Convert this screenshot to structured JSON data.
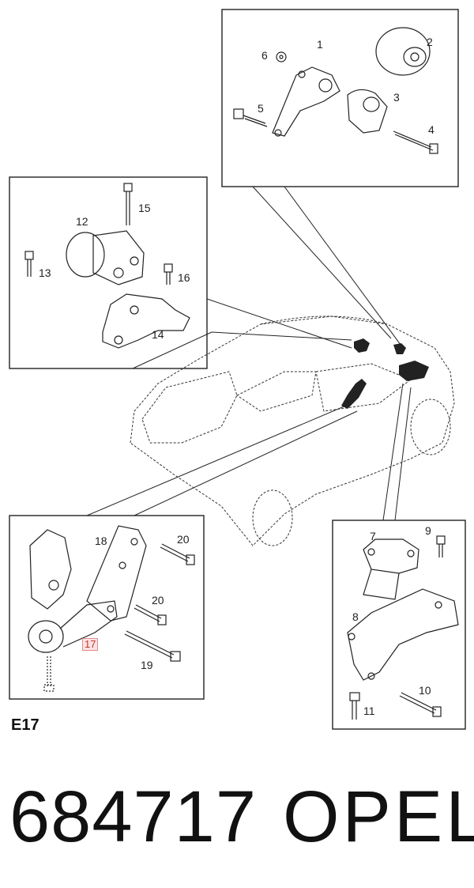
{
  "diagram": {
    "code": "E17",
    "part_number": "684717",
    "brand": "OPEL",
    "callouts": [
      "1",
      "2",
      "3",
      "4",
      "5",
      "6",
      "7",
      "8",
      "9",
      "10",
      "11",
      "12",
      "13",
      "14",
      "15",
      "16",
      "17",
      "18",
      "19",
      "20",
      "20"
    ],
    "highlighted_callout": "17"
  },
  "colors": {
    "line": "#222222",
    "highlight": "#e08a8a"
  }
}
